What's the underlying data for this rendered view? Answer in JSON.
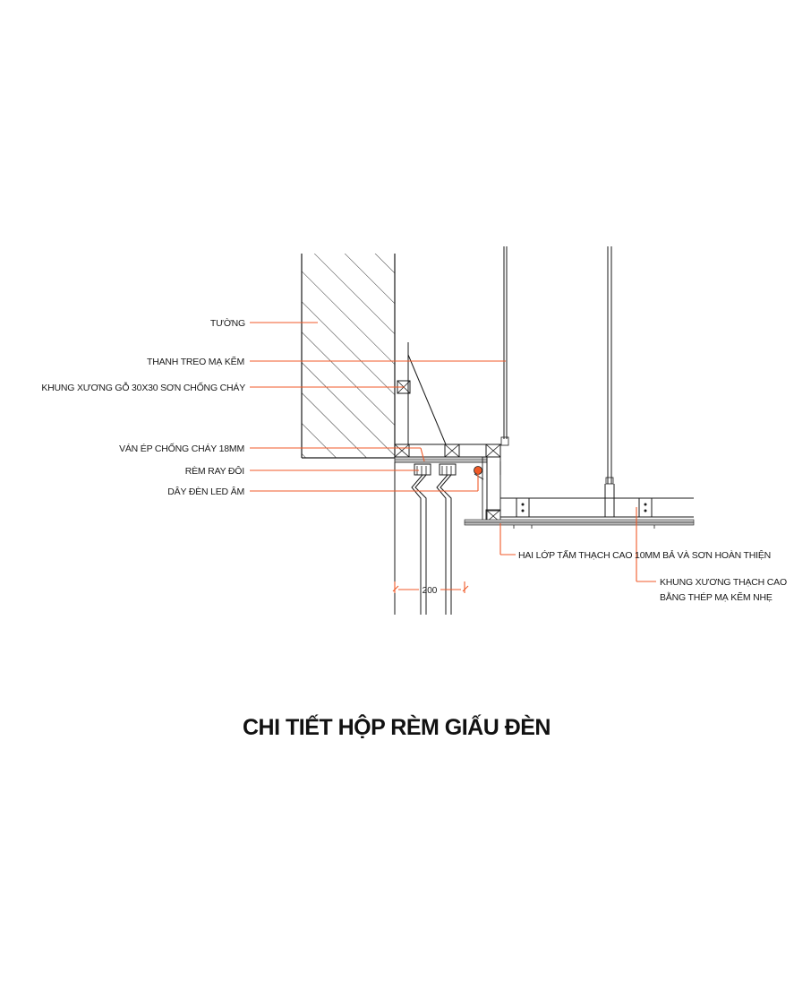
{
  "title": "CHI TIẾT HỘP RÈM GIẤU ĐÈN",
  "labels": {
    "wall": "TƯỜNG",
    "hanger_rod": "THANH TREO MẠ KẼM",
    "wood_frame": "KHUNG XƯƠNG GỖ 30X30  SƠN CHỐNG CHÁY",
    "plywood": "VÁN ÉP CHỐNG CHÁY 18MM",
    "curtain_rail": "RÈM RAY ĐÔI",
    "led_strip": "DÂY ĐÈN LED ÂM",
    "gypsum_board": "HAI LỚP TẤM THẠCH CAO 10MM BẢ VÀ SƠN HOÀN THIỆN",
    "steel_frame_line1": "KHUNG XƯƠNG THẠCH CAO",
    "steel_frame_line2": "BẰNG THÉP MẠ KẼM NHẸ"
  },
  "dimension": "200",
  "colors": {
    "leader": "#f05a28",
    "linework": "#1a1a1a",
    "background": "#ffffff"
  }
}
